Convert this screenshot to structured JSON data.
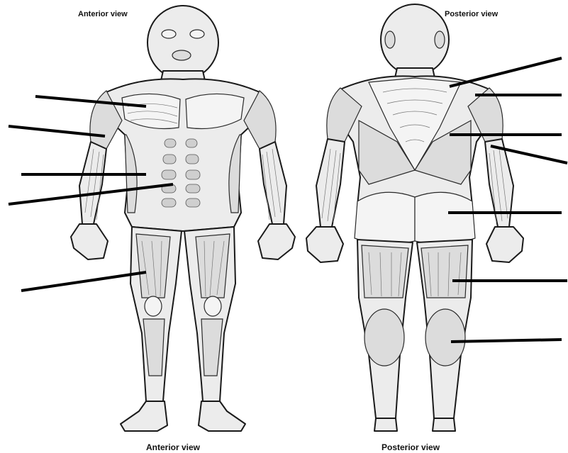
{
  "captions": {
    "anterior_top": "Anterior view",
    "posterior_top": "Posterior view",
    "anterior_bottom": "Anterior view",
    "posterior_bottom": "Posterior view"
  },
  "figure": {
    "views": [
      "anterior",
      "posterior"
    ],
    "blank_label_lines": {
      "anterior": 5,
      "posterior": 7
    }
  }
}
